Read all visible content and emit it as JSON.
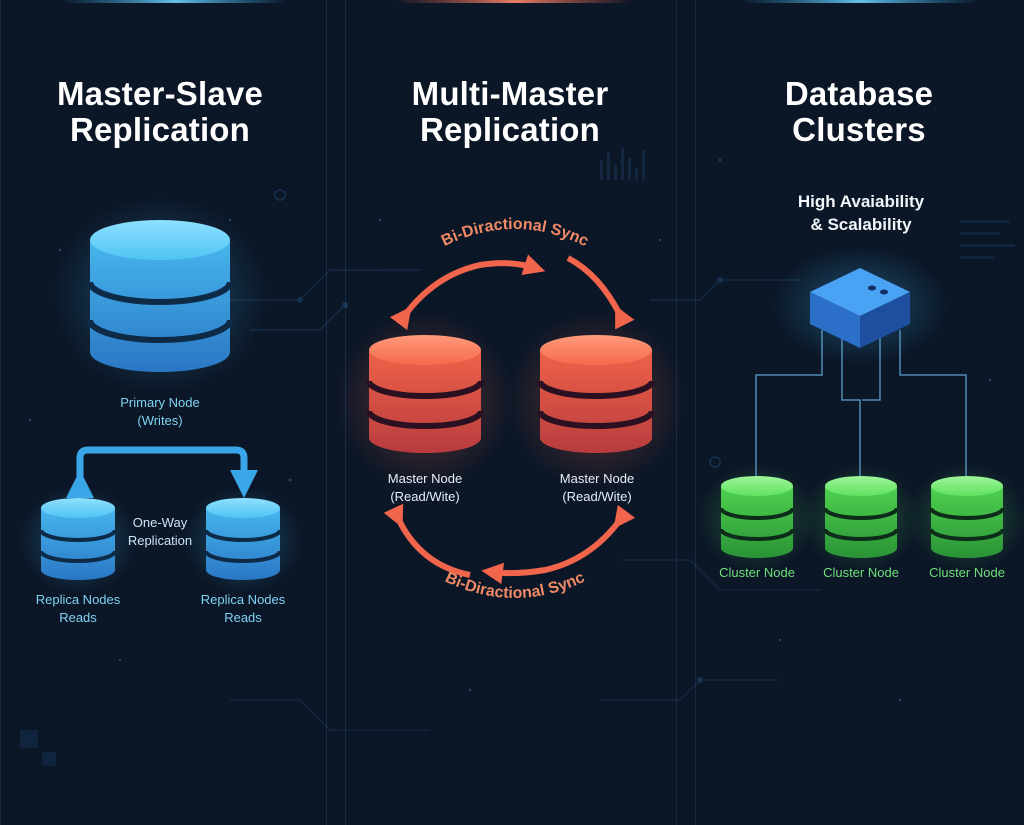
{
  "panels": [
    {
      "title_line1": "Master-Slave",
      "title_line2": "Replication",
      "primary_label_line1": "Primary Node",
      "primary_label_line2": "(Writes)",
      "flow_label_line1": "One-Way",
      "flow_label_line2": "Replication",
      "replica_left_line1": "Replica Nodes",
      "replica_left_line2": "Reads",
      "replica_right_line1": "Replica Nodes",
      "replica_right_line2": "Reads"
    },
    {
      "title_line1": "Multi-Master",
      "title_line2": "Replication",
      "sync_top": "Bi-Diractional Sync",
      "sync_bottom": "Bi-Diractional Sync",
      "master_left_line1": "Master Node",
      "master_left_line2": "(Read/Wite)",
      "master_right_line1": "Master Node",
      "master_right_line2": "(Read/Wite)"
    },
    {
      "title_line1": "Database",
      "title_line2": "Clusters",
      "subtitle_line1": "High Avaiability",
      "subtitle_line2": "& Scalability",
      "nodes": [
        "Cluster Node",
        "Cluster Node",
        "Cluster Node"
      ]
    }
  ],
  "colors": {
    "background": "#0b1626",
    "blue_accent": "#3bb8f0",
    "red_accent": "#f0654c",
    "green_accent": "#4fd85a",
    "cube_blue": "#3a8ff0"
  },
  "icons": {
    "database": "database-cylinder-icon",
    "cluster_hub": "cube-icon",
    "arrow": "arrow-icon"
  }
}
